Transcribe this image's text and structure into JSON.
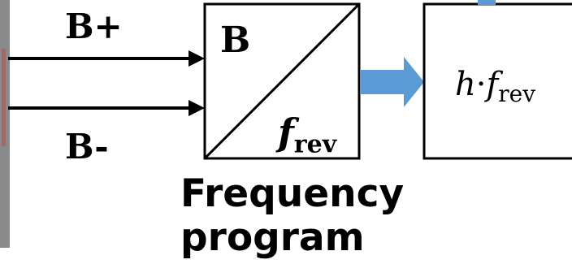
{
  "signals": {
    "b_plus": "B+",
    "b_minus": "B-"
  },
  "block_left": {
    "top_label": "B",
    "bottom_label_main": "f",
    "bottom_label_sub": "rev"
  },
  "block_right": {
    "label_h": "h",
    "label_dot": "·",
    "label_f": "f",
    "label_sub": "rev"
  },
  "caption": {
    "line1": "Frequency",
    "line2": "program"
  },
  "colors": {
    "arrow_blue": "#5b9bd5",
    "stroke": "#000000",
    "photo_strip": "#8a8a8a"
  }
}
